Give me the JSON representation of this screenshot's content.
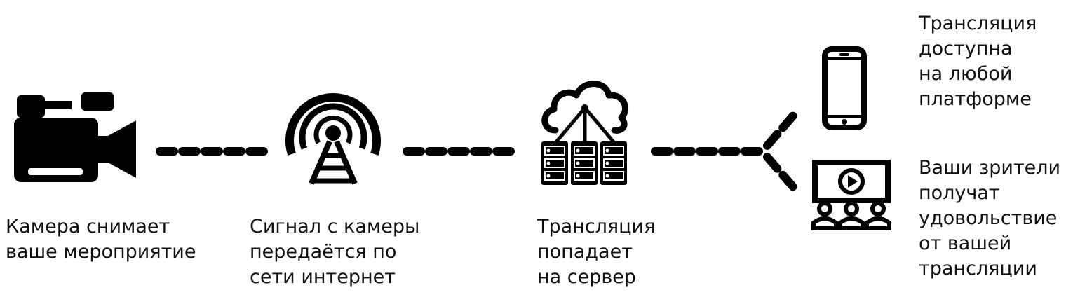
{
  "colors": {
    "ink": "#000000",
    "text": "#111111",
    "background": "#ffffff"
  },
  "steps": [
    {
      "icon": "video-camera-icon",
      "caption": [
        "Камера снимает",
        "ваше мероприятие"
      ]
    },
    {
      "icon": "broadcast-tower-icon",
      "caption": [
        "Сигнал с камеры",
        "передаётся по",
        "сети интернет"
      ]
    },
    {
      "icon": "cloud-server-icon",
      "caption": [
        "Трансляция",
        "попадает",
        "на сервер"
      ]
    }
  ],
  "outputs": [
    {
      "icon": "smartphone-icon",
      "caption": [
        "Трансляция",
        "доступна",
        "на любой",
        "платформе"
      ]
    },
    {
      "icon": "audience-screen-icon",
      "caption": [
        "Ваши зрители",
        "получат",
        "удовольствие",
        "от вашей",
        "трансляции"
      ]
    }
  ]
}
